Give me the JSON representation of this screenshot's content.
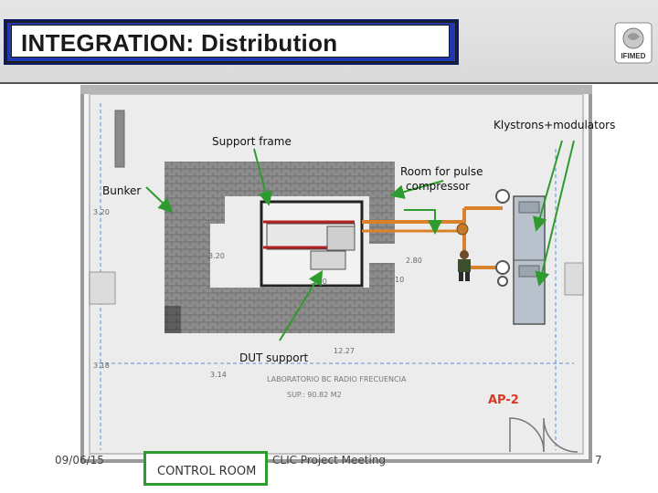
{
  "header": {
    "title": "INTEGRATION: Distribution"
  },
  "logo": {
    "text": "IFIMED"
  },
  "labels": {
    "klystrons": "Klystrons+modulators",
    "support_frame": "Support frame",
    "room_pulse_1": "Room for pulse",
    "room_pulse_2": "compressor",
    "bunker": "Bunker",
    "dut_support": "DUT support"
  },
  "plan_text": {
    "dims": [
      "3.20",
      "3.20",
      "3.00",
      "2.80",
      "10",
      "12.27",
      "3.18",
      "3.14"
    ],
    "room_name": "LABORATORIO  BC  RADIO  FRECUENCIA",
    "surface": "SUP.: 90.82  M2",
    "room_code": "AP-2"
  },
  "footer": {
    "date": "09/06/15",
    "control_room": "CONTROL ROOM",
    "meeting": "CLIC Project Meeting",
    "page": "7"
  },
  "colors": {
    "title_bg": "#2238b0",
    "arrow_green": "#2e9b2e",
    "wall_grey": "#8a8a8a",
    "pipe_orange": "#d9822b",
    "pipe_red": "#b22222",
    "room_code_red": "#d83a2a"
  }
}
